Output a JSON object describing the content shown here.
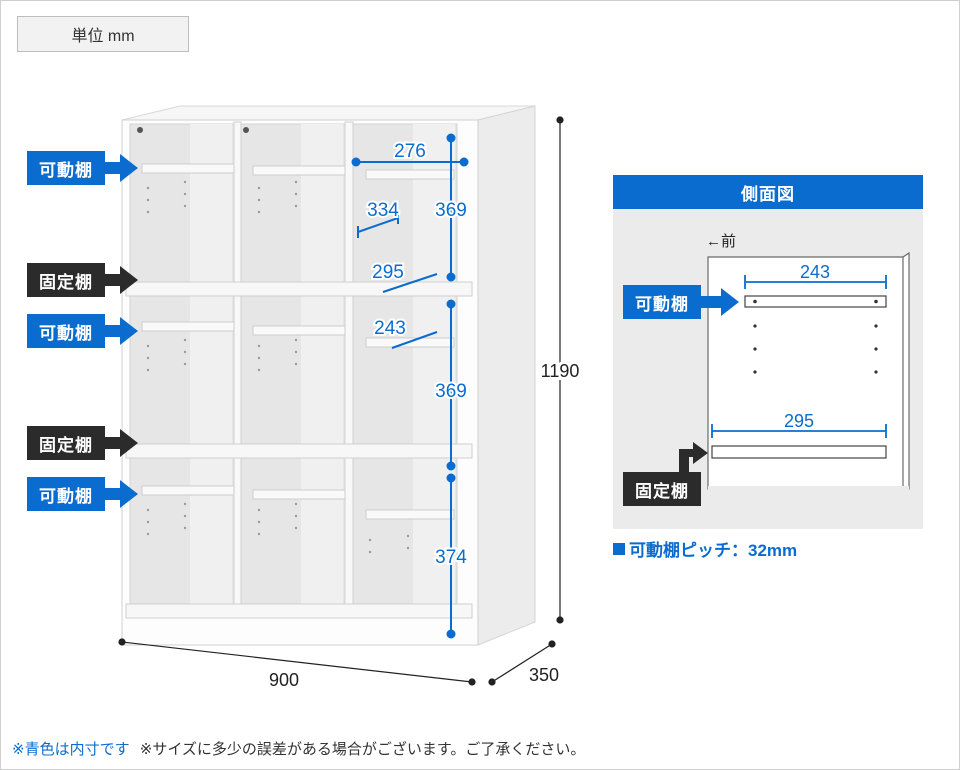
{
  "unit_label": "単位 mm",
  "labels": {
    "movable_shelf": "可動棚",
    "fixed_shelf": "固定棚"
  },
  "dimensions": {
    "width": "900",
    "depth": "350",
    "height": "1190",
    "inner_width": "276",
    "inner_depth": "334",
    "fixed_shelf_depth": "295",
    "movable_shelf_depth": "243",
    "section_top": "369",
    "section_middle": "369",
    "section_bottom": "374"
  },
  "side_view": {
    "title": "側面図",
    "front_label": "←前",
    "movable_shelf_depth": "243",
    "fixed_shelf_depth": "295",
    "movable_label": "可動棚",
    "fixed_label": "固定棚"
  },
  "pitch_note": "可動棚ピッチ：32mm",
  "footer": {
    "inner_note": "※青色は内寸です",
    "variance_note": "※サイズに多少の誤差がある場合がございます。ご了承ください。"
  },
  "colors": {
    "accent_blue": "#0b6ccf",
    "label_dark": "#2b2b2b"
  }
}
